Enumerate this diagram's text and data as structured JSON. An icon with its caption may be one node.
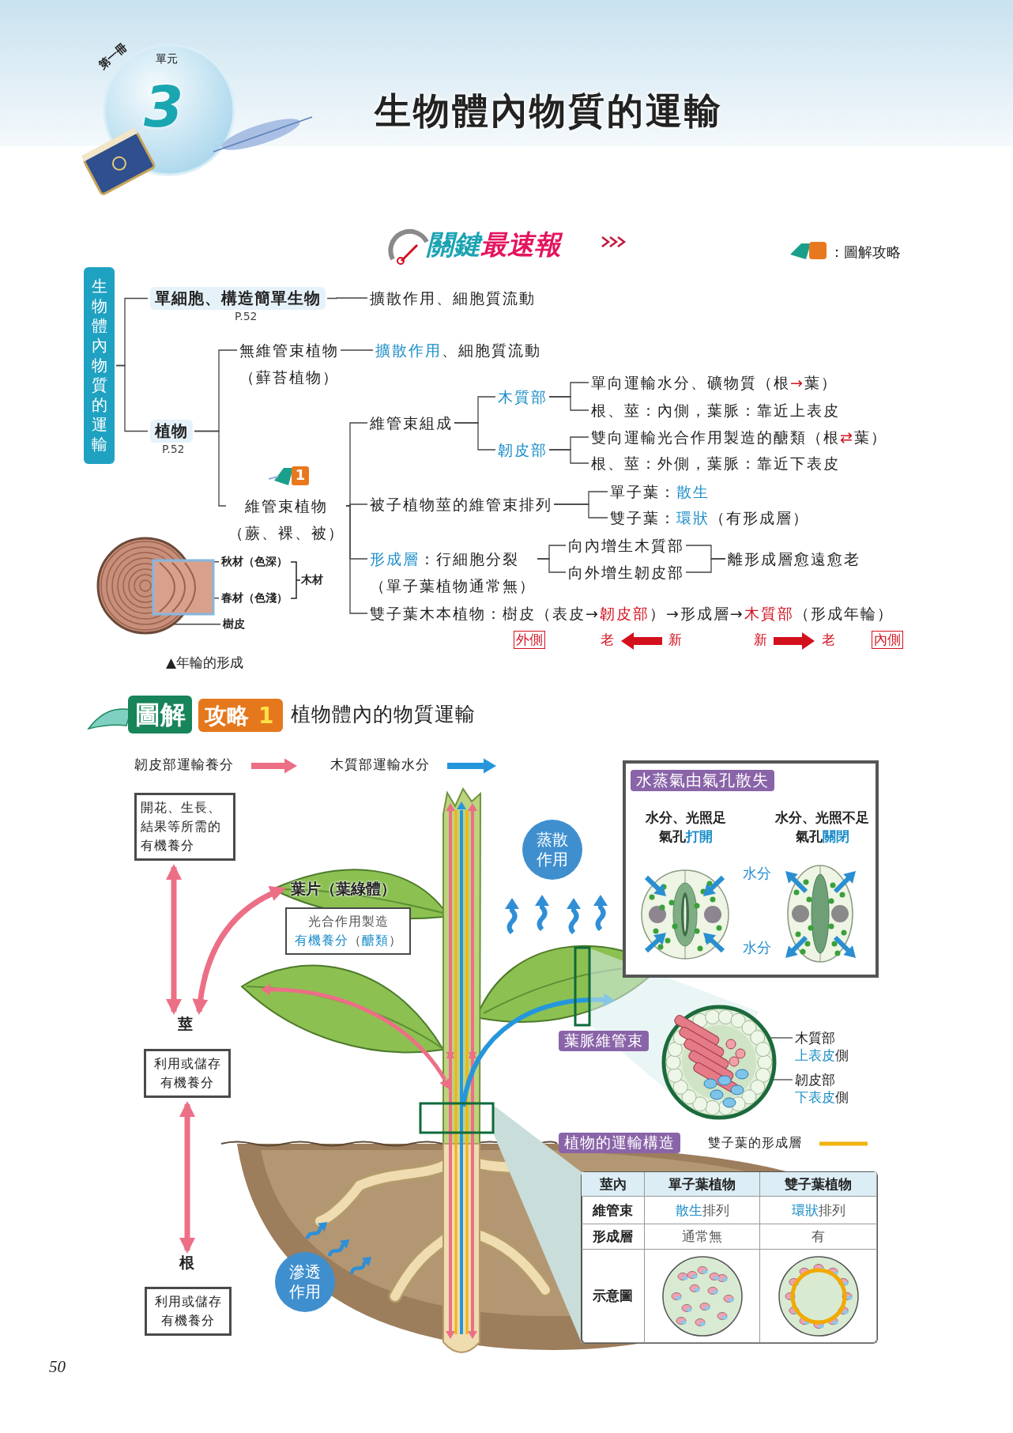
{
  "diagram": {
    "title": "生物體內物質的運輸",
    "nodes": [
      {
        "text": [
          "生物體內物質的運輸"
        ]
      },
      {
        "text": [
          "單細胞、構造簡單生物"
        ],
        "beside": [
          "P.52"
        ]
      },
      {
        "text": [
          "擴散作用、細胞質流動"
        ]
      },
      {
        "text": [
          "植物"
        ],
        "beside": [
          "P.52"
        ]
      },
      {
        "text": [
          "無維管束植物",
          "（蘚苔植物）"
        ]
      },
      {
        "text": [
          "**擴散作用**、細胞質流動"
        ]
      },
      {
        "text": [
          "維管束植物",
          "（蕨、裸、被）"
        ]
      },
      {
        "text": [
          "維管束組成"
        ]
      },
      {
        "text": [
          "木質部"
        ]
      },
      {
        "text": [
          "韌皮部"
        ]
      },
      {
        "text": [
          "單向運輸水分、礦物質（根**→**葉）"
        ]
      },
      {
        "text": [
          "根、莖：內側，葉脈：靠近上表皮"
        ]
      },
      {
        "text": [
          "雙向運輸光合作用製造的醣類（根**⇄**葉）"
        ]
      },
      {
        "text": [
          "根、莖：外側，葉脈：靠近下表皮"
        ]
      },
      {
        "text": [
          "被子植物莖的維管束排列"
        ]
      },
      {
        "text": [
          "單子葉：**散生**"
        ]
      },
      {
        "text": [
          "雙子葉：**環狀**（有形成層）"
        ]
      },
      {
        "text": [
          "**形成層**：行細胞分裂",
          "（單子葉植物通常無）"
        ]
      },
      {
        "text": [
          "向內增生木質部"
        ]
      },
      {
        "text": [
          "向外增生韌皮部"
        ]
      },
      {
        "text": [
          "離形成層愈遠愈老"
        ]
      },
      {
        "text": [
          "雙子葉木本植物：樹皮（表皮→**韌皮部**）→形成層→**木質部**（形成年輪）"
        ]
      },
      {
        "text": [],
        "shape": "picture",
        "beside": [
          "▲年輪的形成"
        ]
      },
      {
        "text": [
          "秋材（色深）"
        ]
      },
      {
        "text": [
          "春材（色淺）"
        ]
      },
      {
        "text": [
          "樹皮"
        ]
      },
      {
        "text": [
          "開花、生長、結果等所需的有機養分"
        ]
      },
      {
        "text": [
          "莖"
        ]
      },
      {
        "text": [
          "利用或儲存有機養分"
        ]
      },
      {
        "text": [
          "根"
        ]
      },
      {
        "text": [
          "利用或儲存有機養分"
        ]
      },
      {
        "text": [
          "葉片（葉綠體）"
        ]
      },
      {
        "text": [
          "光合作用製造",
          "**有機養分**（**醣類**）"
        ]
      },
      {
        "text": [
          "蒸散作用"
        ]
      },
      {
        "text": [
          "滲透作用"
        ]
      },
      {
        "text": [
          "葉脈維管束"
        ]
      },
      {
        "text": [],
        "shape": "picture"
      },
      {
        "text": [
          "木質部",
          "**上表皮**側"
        ]
      },
      {
        "text": [
          "韌皮部",
          "**下表皮**側"
        ]
      },
      {
        "text": [
          "水蒸氣由氣孔散失"
        ]
      },
      {
        "text": [
          "水分、光照足",
          "氣孔**打開**"
        ],
        "in": 39
      },
      {
        "text": [
          "水分、光照不足",
          "氣孔**關閉**"
        ],
        "in": 39
      },
      {
        "text": [],
        "shape": "picture",
        "in": 39
      },
      {
        "text": [],
        "shape": "picture",
        "in": 39
      },
      {
        "text": [
          "植物的運輸構造"
        ]
      }
    ],
    "edges": [
      {
        "from": 0,
        "to": 1,
        "arrow": "none"
      },
      {
        "from": 0,
        "to": 3,
        "arrow": "none"
      },
      {
        "from": 1,
        "to": 2,
        "arrow": "none"
      },
      {
        "from": 3,
        "to": 4,
        "arrow": "none"
      },
      {
        "from": 3,
        "to": 6,
        "arrow": "none"
      },
      {
        "from": 4,
        "to": 5,
        "arrow": "none"
      },
      {
        "from": 6,
        "to": 7,
        "arrow": "none"
      },
      {
        "from": 6,
        "to": 14,
        "arrow": "none"
      },
      {
        "from": 6,
        "to": 17,
        "arrow": "none"
      },
      {
        "from": 6,
        "to": 21,
        "arrow": "none"
      },
      {
        "from": 7,
        "to": 8,
        "arrow": "none"
      },
      {
        "from": 7,
        "to": 9,
        "arrow": "none"
      },
      {
        "from": 8,
        "to": 10,
        "arrow": "none"
      },
      {
        "from": 8,
        "to": 11,
        "arrow": "none"
      },
      {
        "from": 9,
        "to": 12,
        "arrow": "none"
      },
      {
        "from": 9,
        "to": 13,
        "arrow": "none"
      },
      {
        "from": 14,
        "to": 15,
        "arrow": "none"
      },
      {
        "from": 14,
        "to": 16,
        "arrow": "none"
      },
      {
        "from": 17,
        "to": 18,
        "arrow": "none"
      },
      {
        "from": 17,
        "to": 19,
        "arrow": "none"
      },
      {
        "from": 18,
        "to": 20,
        "arrow": "none"
      },
      {
        "from": 19,
        "to": 20,
        "arrow": "none"
      },
      {
        "from": 23,
        "to": 22,
        "arrow": "none"
      },
      {
        "from": 24,
        "to": 22,
        "arrow": "none"
      },
      {
        "from": 25,
        "to": 22,
        "arrow": "none"
      },
      {
        "from": 26,
        "to": 27,
        "arrow": "both",
        "style": "thick",
        "color": "#ec6f86"
      },
      {
        "from": 27,
        "to": 31,
        "arrow": "both",
        "style": "thick",
        "color": "#ec6f86"
      },
      {
        "from": 28,
        "to": 29,
        "arrow": "both",
        "style": "thick",
        "color": "#ec6f86"
      },
      {
        "from": 37,
        "to": 36,
        "arrow": "none"
      },
      {
        "from": 38,
        "to": 36,
        "arrow": "none"
      }
    ],
    "labels": [
      "第一冊",
      "單元",
      "3",
      "關鍵**最速報**",
      "：圖解攻略",
      "1",
      "木材",
      "外側",
      "老",
      "新",
      "新",
      "老",
      "內側",
      "圖解",
      "攻略",
      "1",
      "植物體內的物質運輸",
      "水分",
      "水分",
      "莖內",
      "單子葉植物",
      "雙子葉植物",
      "維管束",
      "**散生**排列",
      "**環狀**排列",
      "形成層",
      "通常無",
      "有",
      "示意圖",
      "50"
    ],
    "legend": [
      {
        "text": "韌皮部運輸養分"
      },
      {
        "text": "木質部運輸水分"
      },
      {
        "text": "雙子葉的形成層"
      }
    ]
  }
}
